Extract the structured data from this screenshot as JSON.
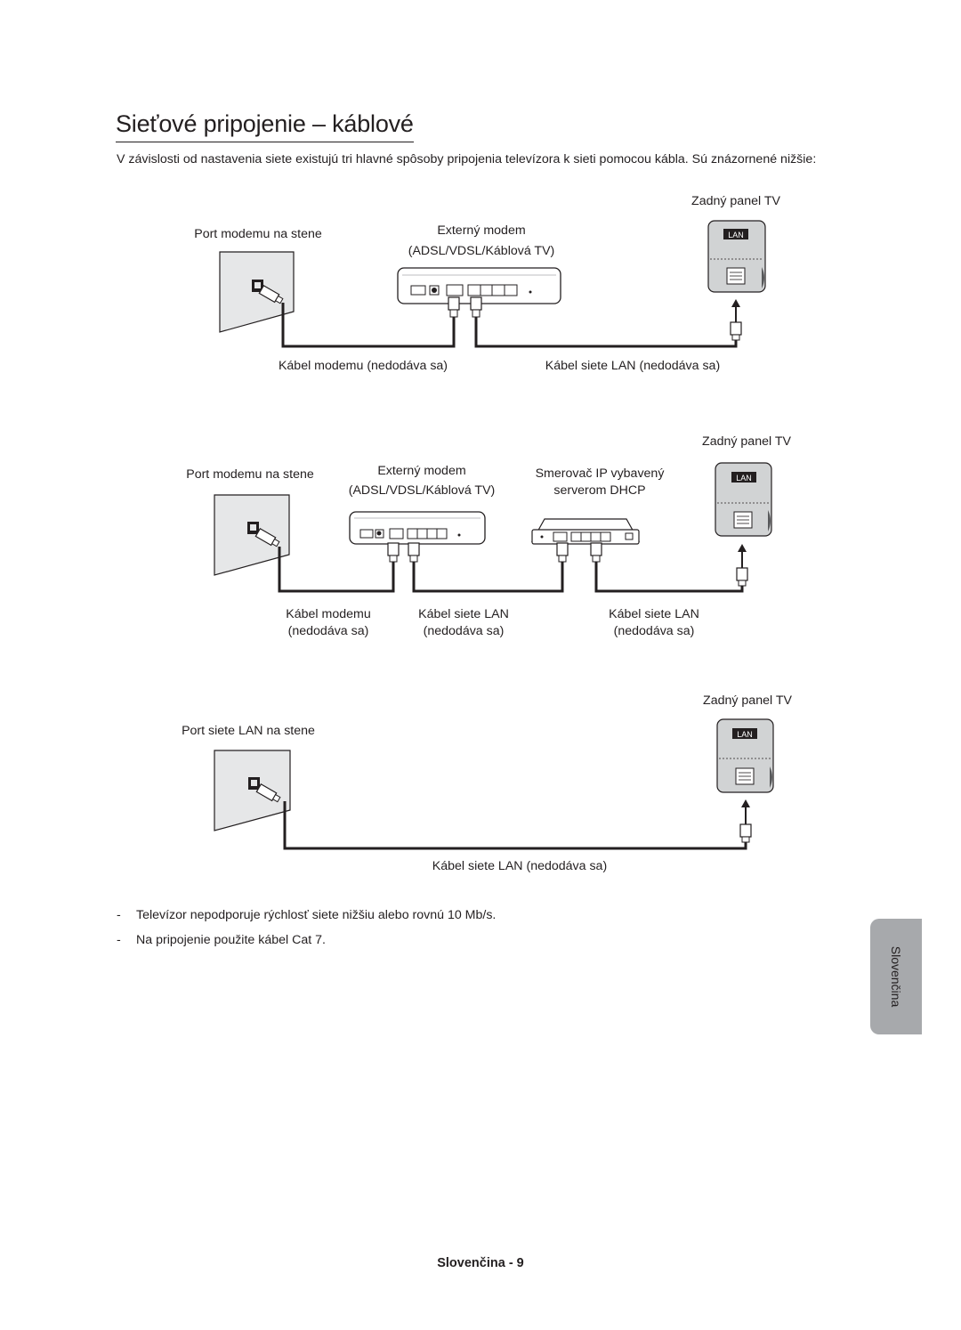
{
  "page": {
    "title": "Sieťové pripojenie – káblové",
    "intro": "V závislosti od nastavenia siete existujú tri hlavné spôsoby pripojenia televízora k sieti pomocou kábla. Sú znázornené nižšie:",
    "footer": "Slovenčina - 9",
    "side_tab": "Slovenčina"
  },
  "diagram1": {
    "wall_label": "Port modemu na stene",
    "modem_label_1": "Externý modem",
    "modem_label_2": "(ADSL/VDSL/Káblová TV)",
    "tv_label": "Zadný panel TV",
    "lan_badge": "LAN",
    "cable1": "Kábel modemu (nedodáva sa)",
    "cable2": "Kábel siete LAN (nedodáva sa)"
  },
  "diagram2": {
    "wall_label": "Port modemu na stene",
    "modem_label_1": "Externý modem",
    "modem_label_2": "(ADSL/VDSL/Káblová TV)",
    "router_label_1": "Smerovač IP vybavený",
    "router_label_2": "serverom DHCP",
    "tv_label": "Zadný panel TV",
    "lan_badge": "LAN",
    "cable1_line1": "Kábel modemu",
    "cable1_line2": "(nedodáva sa)",
    "cable2_line1": "Kábel siete LAN",
    "cable2_line2": "(nedodáva sa)",
    "cable3_line1": "Kábel siete LAN",
    "cable3_line2": "(nedodáva sa)"
  },
  "diagram3": {
    "wall_label": "Port siete LAN na stene",
    "tv_label": "Zadný panel TV",
    "lan_badge": "LAN",
    "cable": "Kábel siete LAN (nedodáva sa)"
  },
  "notes": [
    "Televízor nepodporuje rýchlosť siete nižšiu alebo rovnú 10 Mb/s.",
    "Na pripojenie použite kábel Cat 7."
  ],
  "notes_bullet": "-"
}
